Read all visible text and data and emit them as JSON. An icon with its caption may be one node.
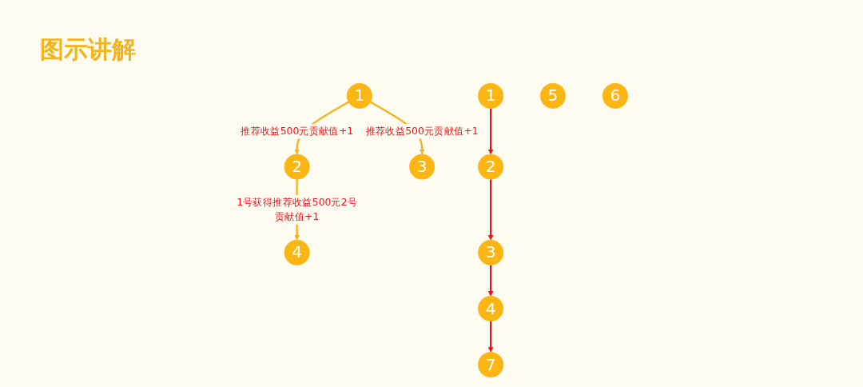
{
  "diagram": {
    "title": "图示讲解",
    "nodes": [
      {
        "text": [
          "1"
        ]
      },
      {
        "text": [
          "2"
        ]
      },
      {
        "text": [
          "3"
        ]
      },
      {
        "text": [
          "4"
        ]
      },
      {
        "text": [
          "1"
        ]
      },
      {
        "text": [
          "2"
        ]
      },
      {
        "text": [
          "3"
        ]
      },
      {
        "text": [
          "4"
        ]
      },
      {
        "text": [
          "5"
        ]
      },
      {
        "text": [
          "6"
        ]
      },
      {
        "text": [
          "7"
        ]
      }
    ],
    "edges": [
      {
        "from": 0,
        "to": 1,
        "arrow": "to",
        "label": "推荐收益500元贡献值+1",
        "color": "#f5b31a"
      },
      {
        "from": 0,
        "to": 2,
        "arrow": "to",
        "label": "推荐收益500元贡献值+1",
        "color": "#f5b31a"
      },
      {
        "from": 1,
        "to": 3,
        "arrow": "to",
        "label": "1号获得推荐收益500元2号贡献值+1",
        "color": "#f5b31a"
      },
      {
        "from": 4,
        "to": 5,
        "arrow": "to"
      },
      {
        "from": 5,
        "to": 6,
        "arrow": "to"
      },
      {
        "from": 6,
        "to": 7,
        "arrow": "to"
      },
      {
        "from": 7,
        "to": 10,
        "arrow": "to"
      }
    ]
  }
}
